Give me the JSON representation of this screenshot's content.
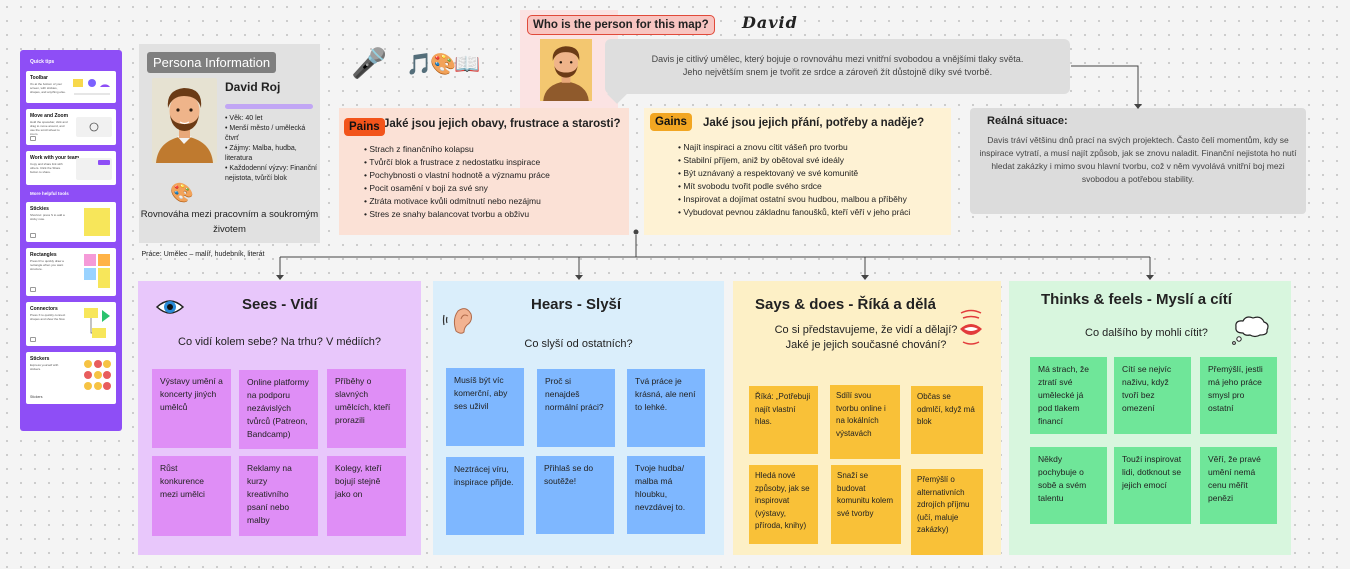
{
  "quick_tips": {
    "title": "Quick tips",
    "cards": [
      {
        "title": "Toolbar",
        "text": "It's at the bottom of your screen, with stickies, shapes, and anything else."
      },
      {
        "title": "Move and Zoom",
        "text": "Hold the spacebar, click and drag to move around, and use the scroll wheel to zoom."
      },
      {
        "title": "Work with your team",
        "text": "Copy and share link with others. Click the Share button to share."
      }
    ],
    "more_title": "More helpful tools",
    "tools": [
      {
        "title": "Stickies",
        "text": "Shortcut: press S to add a sticky note."
      },
      {
        "title": "Rectangles",
        "text": "Press R to quickly draw a rectangle when you want structure."
      },
      {
        "title": "Connectors",
        "text": "Press X to quickly connect shapes and show the flow."
      },
      {
        "title": "Stickers",
        "text": "Express yourself with stickers.",
        "extra": "Stickers"
      }
    ]
  },
  "persona": {
    "tag": "Persona Information",
    "name": "David Roj",
    "details": [
      "Věk: 40 let",
      "Menší město / umělecká čtvrť",
      "Zájmy: Malba, hudba, literatura",
      "Každodenní výzvy: Finanční nejistota, tvůrčí blok"
    ],
    "palette_icon": "🎨",
    "balance": "Rovnováha mezi pracovním a soukromým životem",
    "job": "Práce: Umělec – malíř, hudebník, literát"
  },
  "icons": {
    "mic": "🎤",
    "hobbies": "🎵🎨📖"
  },
  "who": {
    "label": "Who is the person for this map?",
    "name": "David",
    "bubble": [
      "Davis je citlivý umělec, který bojuje o rovnováhu mezi vnitřní svobodou a vnějšími tlaky světa.",
      "Jeho největším snem je tvořit ze srdce a zároveň žít důstojně díky své tvorbě."
    ]
  },
  "pains": {
    "badge": "Pains",
    "question": "Jaké jsou jejich obavy, frustrace a starosti?",
    "items": [
      "Strach z finančního kolapsu",
      "Tvůrčí blok a frustrace z nedostatku inspirace",
      "Pochybnosti o vlastní hodnotě a významu práce",
      "Pocit osamění v boji za své sny",
      "Ztráta motivace kvůli odmítnutí nebo nezájmu",
      "Stres ze snahy balancovat tvorbu a obživu"
    ]
  },
  "gains": {
    "badge": "Gains",
    "question": "Jaké jsou jejich přání, potřeby a naděje?",
    "items": [
      "Najít inspiraci a znovu cítit vášeň pro tvorbu",
      "Stabilní příjem, aniž by obětoval své ideály",
      "Být uznávaný a respektovaný ve své komunitě",
      "Mít svobodu tvořit podle svého srdce",
      "Inspirovat a dojímat ostatní svou hudbou, malbou a příběhy",
      "Vybudovat pevnou základnu fanoušků, kteří věří v jeho práci"
    ]
  },
  "reality": {
    "title": "Reálná situace:",
    "text": "Davis tráví většinu dnů prací na svých projektech. Často čelí momentům, kdy se inspirace vytratí, a musí najít způsob, jak se znovu naladit. Finanční nejistota ho nutí hledat zakázky i mimo svou hlavní tvorbu, což v něm vyvolává vnitřní boj mezi svobodou a potřebou stability."
  },
  "sees": {
    "title": "Sees - Vidí",
    "question": "Co vidí kolem sebe? Na trhu? V médiích?",
    "notes": [
      "Výstavy umění a koncerty jiných umělců",
      "Online platformy na podporu nezávislých tvůrců (Patreon, Bandcamp)",
      "Příběhy o slavných umělcích, kteří prorazili",
      "Růst konkurence mezi umělci",
      "Reklamy na kurzy kreativního psaní nebo malby",
      "Kolegy, kteří bojují stejně jako on"
    ]
  },
  "hears": {
    "title": "Hears - Slyší",
    "question": "Co slyší od ostatních?",
    "notes": [
      "Musíš být víc komerční, aby ses uživil",
      "Proč si nenajdeš normální práci?",
      "Tvá práce je krásná, ale není to lehké.",
      "Neztrácej víru, inspirace přijde.",
      "Přihlaš se do soutěže!",
      "Tvoje hudba/ malba má hloubku, nevzdávej to."
    ]
  },
  "says": {
    "title": "Says & does - Říká a dělá",
    "question": "Co si představujeme, že vidí a dělají? Jaké je jejich současné chování?",
    "notes": [
      "Říká: „Potřebuji najít vlastní hlas.",
      "Sdílí svou tvorbu online i na lokálních výstavách",
      "Občas se odmlčí, když má blok",
      "Hledá nové způsoby, jak se inspirovat (výstavy, příroda, knihy)",
      "Snaží se budovat komunitu kolem své tvorby",
      "Přemýšlí o alternativních zdrojích příjmu (učí, maluje zakázky)"
    ]
  },
  "thinks": {
    "title": "Thinks & feels - Myslí a cítí",
    "question": "Co dalšího by mohli cítit?",
    "notes": [
      "Má strach, že ztratí své umělecké já pod tlakem financí",
      "Cítí se nejvíc naživu, když tvoří bez omezení",
      "Přemýšlí, jestli má jeho práce smysl pro ostatní",
      "Někdy pochybuje o sobě a svém talentu",
      "Touží inspirovat lidi, dotknout se jejich emocí",
      "Věří, že pravé umění nemá cenu měřit penězi"
    ]
  },
  "colors": {
    "sees_bg": "#e8c7fb",
    "sees_note": "#df8ef6",
    "hears_bg": "#daeefb",
    "hears_note": "#7eb7ff",
    "says_bg": "#fdf0c6",
    "says_note": "#f9c138",
    "thinks_bg": "#d8f6de",
    "thinks_note": "#6fe699",
    "pains_badge": "#f2541b",
    "gains_badge": "#f2a622"
  }
}
